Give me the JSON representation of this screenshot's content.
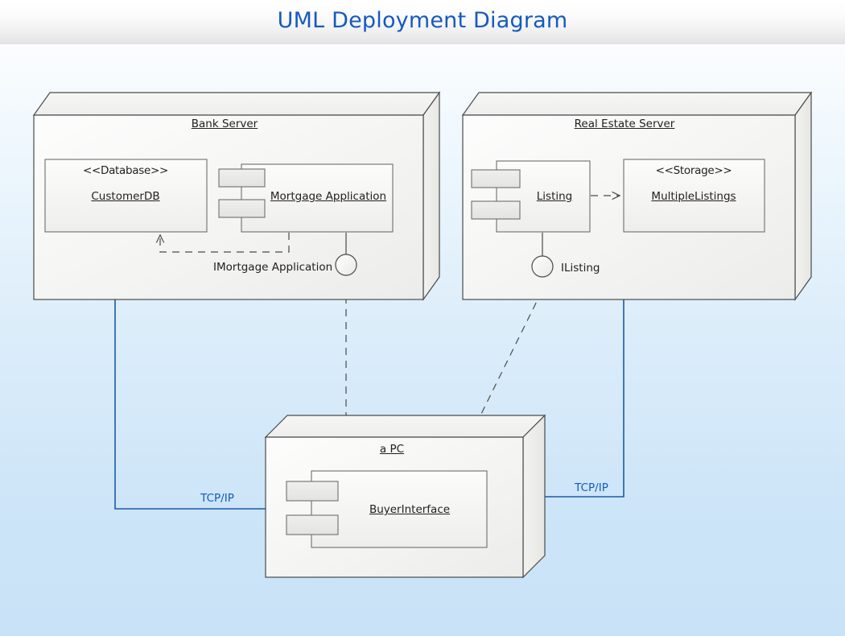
{
  "header": {
    "title": "UML Deployment Diagram",
    "title_color": "#1659c0"
  },
  "theme": {
    "node_fill": "#f2f2f0",
    "node_stroke": "#4a4a4a",
    "component_fill": "#f6f6f4",
    "component_stroke": "#6e6e6e",
    "connector_color": "#1659c0",
    "text_color": "#242021",
    "background_top": "#fbfdff",
    "background_bottom": "#c8e2f7"
  },
  "nodes": [
    {
      "id": "bank-server",
      "name": "Bank Server",
      "components": [
        {
          "id": "customer-db",
          "stereotype": "<<Database>>",
          "name": "CustomerDB",
          "icon": false
        },
        {
          "id": "mortgage-application",
          "stereotype": "",
          "name": "Mortgage Application",
          "icon": true
        }
      ],
      "interfaces": [
        {
          "id": "imortgage-application",
          "name": "IMortgage Application"
        }
      ]
    },
    {
      "id": "real-estate-server",
      "name": "Real Estate Server",
      "components": [
        {
          "id": "listing",
          "stereotype": "",
          "name": "Listing",
          "icon": true
        },
        {
          "id": "multiple-listings",
          "stereotype": "<<Storage>>",
          "name": "MultipleListings",
          "icon": false
        }
      ],
      "interfaces": [
        {
          "id": "ilisting",
          "name": "IListing"
        }
      ]
    },
    {
      "id": "a-pc",
      "name": "a PC",
      "components": [
        {
          "id": "buyer-interface",
          "stereotype": "",
          "name": "BuyerInterface",
          "icon": true
        }
      ],
      "interfaces": []
    }
  ],
  "connections": [
    {
      "id": "conn-bank-pc",
      "label": "TCP/IP",
      "from": "bank-server",
      "to": "a-pc",
      "kind": "communication-path"
    },
    {
      "id": "conn-realestate-pc",
      "label": "TCP/IP",
      "from": "real-estate-server",
      "to": "a-pc",
      "kind": "communication-path"
    },
    {
      "id": "dep-mortgage-customerdb",
      "label": "",
      "from": "mortgage-application",
      "to": "customer-db",
      "kind": "dependency"
    },
    {
      "id": "dep-listing-multiplelistings",
      "label": "",
      "from": "listing",
      "to": "multiple-listings",
      "kind": "dependency"
    },
    {
      "id": "dep-buyer-imortgage",
      "label": "",
      "from": "buyer-interface",
      "to": "imortgage-application",
      "kind": "usage"
    },
    {
      "id": "dep-buyer-ilisting",
      "label": "",
      "from": "buyer-interface",
      "to": "ilisting",
      "kind": "usage"
    }
  ]
}
